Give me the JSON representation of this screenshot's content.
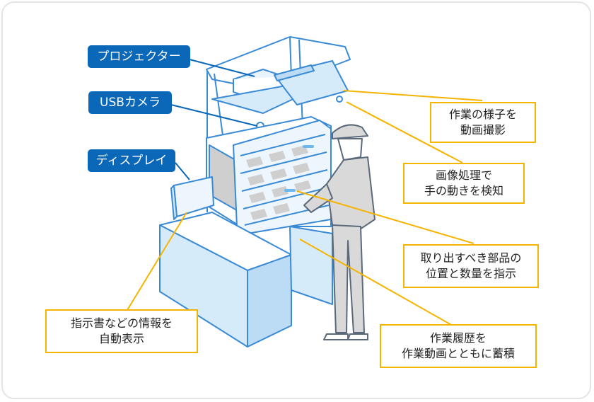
{
  "colors": {
    "label_blue": "#0b67b7",
    "callout_border": "#f5b400",
    "line_outline": "#3a8ad6",
    "fill_light_blue": "#d6ebfa",
    "fill_gray": "#cfcfcf"
  },
  "component_labels": [
    {
      "id": "projector",
      "text": "プロジェクター"
    },
    {
      "id": "usb-camera",
      "text": "USBカメラ"
    },
    {
      "id": "display",
      "text": "ディスプレイ"
    }
  ],
  "callouts": [
    {
      "id": "record-work",
      "lines": [
        "作業の様子を",
        "動画撮影"
      ]
    },
    {
      "id": "detect-hand",
      "lines": [
        "画像処理で",
        "手の動きを検知"
      ]
    },
    {
      "id": "indicate-parts",
      "lines": [
        "取り出すべき部品の",
        "位置と数量を指示"
      ]
    },
    {
      "id": "store-history",
      "lines": [
        "作業履歴を",
        "作業動画とともに蓄積"
      ]
    },
    {
      "id": "show-instructions",
      "lines": [
        "指示書などの情報を",
        "自動表示"
      ]
    }
  ]
}
